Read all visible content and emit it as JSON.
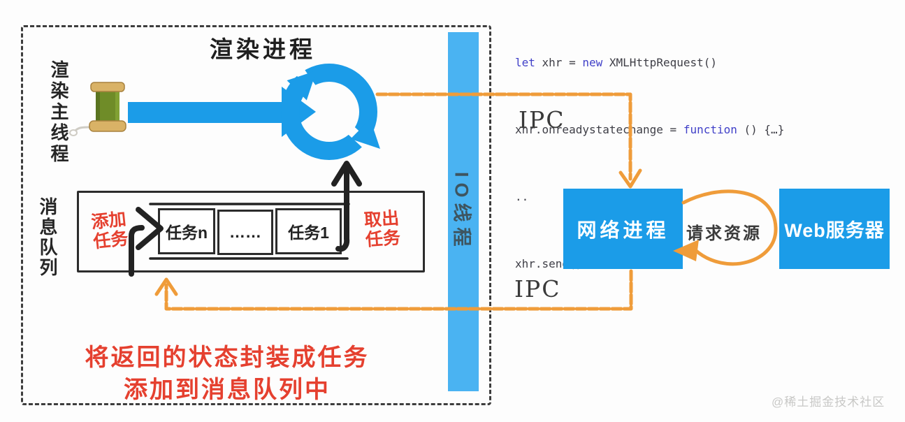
{
  "colors": {
    "accent-blue": "#1b9ce8",
    "io-blue": "#4ab3f2",
    "orange": "#ef9c3a",
    "red": "#e5402f",
    "code-text": "#3e3e46",
    "code-keyword": "#4040c8",
    "watermark-gray": "#c8c8c6"
  },
  "render_process": {
    "title": "渲染进程",
    "main_thread_label": "渲染主线程",
    "message_queue_label": "消息队列",
    "add_task_line1": "添加",
    "add_task_line2": "任务",
    "take_task_line1": "取出",
    "take_task_line2": "任务",
    "queue_cells": [
      "任务n",
      "……",
      "任务1"
    ],
    "caption_line1": "将返回的状态封装成任务",
    "caption_line2": "添加到消息队列中"
  },
  "io_thread": {
    "label": "IO线程"
  },
  "ipc": {
    "top": "IPC",
    "bottom": "IPC"
  },
  "network_process": {
    "label": "网络进程"
  },
  "web_server": {
    "label": "Web服务器"
  },
  "request_resource_label": "请求资源",
  "code": {
    "line1": {
      "kw1": "let",
      "p1": " xhr = ",
      "kw2": "new",
      "p2": " XMLHttpRequest()"
    },
    "line2": {
      "p1": "xhr.onreadystatechange = ",
      "kw1": "function",
      "p2": " () {…}"
    },
    "line3": {
      "p1": ".."
    },
    "line4": {
      "p1": "xhr.send();"
    }
  },
  "watermark": "@稀土掘金技术社区"
}
